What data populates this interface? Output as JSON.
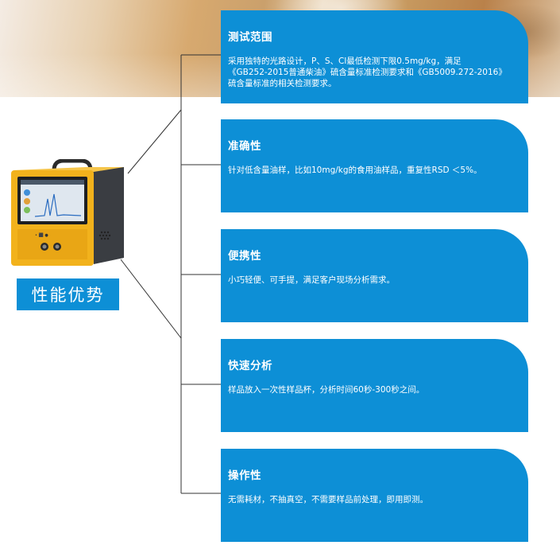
{
  "badge": {
    "label": "性能优势"
  },
  "device": {
    "panel_text": "• ⬛ ●"
  },
  "features": [
    {
      "title": "测试范围",
      "body": "采用独特的光路设计，P、S、Cl最低检测下限0.5mg/kg，满足\n《GB252-2015普通柴油》硫含量标准检测要求和《GB5009.272-2016》\n硫含量标准的相关检测要求。"
    },
    {
      "title": "准确性",
      "body": "针对低含量油样，比如10mg/kg的食用油样品，重复性RSD ＜5%。"
    },
    {
      "title": "便携性",
      "body": "小巧轻便、可手提，满足客户现场分析需求。"
    },
    {
      "title": "快速分析",
      "body": "样品放入一次性样品杯，分析时间60秒-300秒之间。"
    },
    {
      "title": "操作性",
      "body": "无需耗材，不抽真空，不需要样品前处理，即用即测。"
    }
  ],
  "colors": {
    "accent": "#0d8fd6",
    "device_body": "#f2b21c",
    "device_dark": "#3a3d42"
  }
}
